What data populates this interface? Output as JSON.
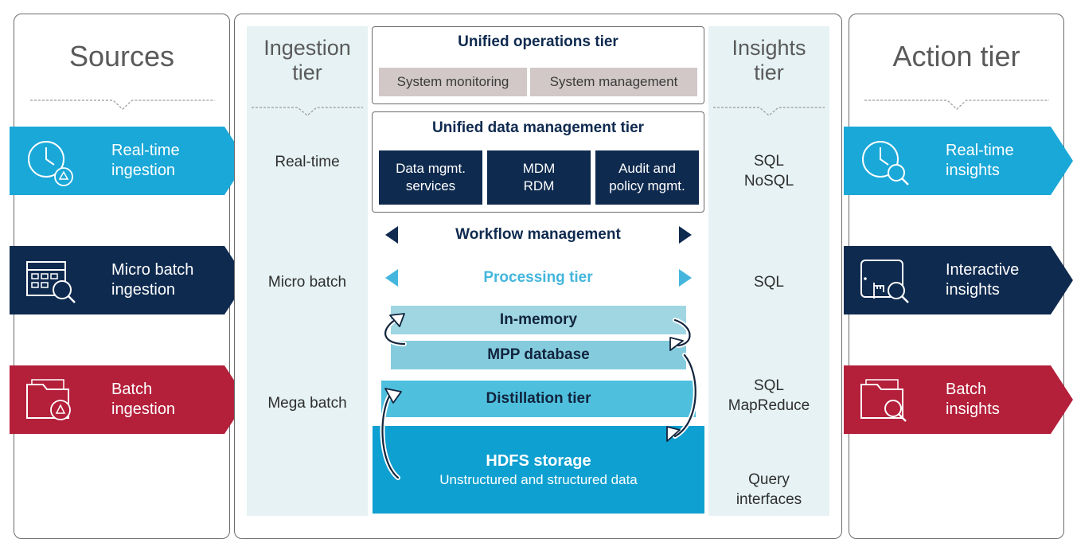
{
  "colors": {
    "cyan": "#1aa8d8",
    "navy": "#0f2a4f",
    "crimson": "#b41f3a",
    "light_panel": "#e6f2f3",
    "chip_grey": "#d2c8c8",
    "processing_text": "#44b6dd",
    "hdfs_blue": "#0ea0d1"
  },
  "left": {
    "title": "Sources",
    "tags": [
      {
        "label_line1": "Real-time",
        "label_line2": "ingestion",
        "icon": "clock-recycle-icon"
      },
      {
        "label_line1": "Micro batch",
        "label_line2": "ingestion",
        "icon": "calendar-search-icon"
      },
      {
        "label_line1": "Batch",
        "label_line2": "ingestion",
        "icon": "folder-recycle-icon"
      }
    ]
  },
  "ingestion": {
    "title_line1": "Ingestion",
    "title_line2": "tier",
    "rows": [
      "Real-time",
      "Micro batch",
      "Mega batch"
    ]
  },
  "center": {
    "operations": {
      "title": "Unified operations tier",
      "chips": [
        "System monitoring",
        "System management"
      ]
    },
    "data_mgmt": {
      "title": "Unified data management tier",
      "boxes": [
        {
          "line1": "Data mgmt.",
          "line2": "services"
        },
        {
          "line1": "MDM",
          "line2": "RDM"
        },
        {
          "line1": "Audit and",
          "line2": "policy mgmt."
        }
      ]
    },
    "workflow": "Workflow management",
    "processing": "Processing tier",
    "in_memory": "In-memory",
    "mpp": "MPP database",
    "distillation": "Distillation tier",
    "hdfs_title": "HDFS storage",
    "hdfs_sub": "Unstructured and structured data"
  },
  "insights": {
    "title_line1": "Insights",
    "title_line2": "tier",
    "items": [
      {
        "line1": "SQL",
        "line2": "NoSQL"
      },
      {
        "line1": "SQL",
        "line2": ""
      },
      {
        "line1": "SQL",
        "line2": "MapReduce"
      },
      {
        "line1": "Query",
        "line2": "interfaces"
      }
    ]
  },
  "right": {
    "title": "Action tier",
    "tags": [
      {
        "label_line1": "Real-time",
        "label_line2": "insights",
        "icon": "clock-search-icon"
      },
      {
        "label_line1": "Interactive",
        "label_line2": "insights",
        "icon": "touch-search-icon"
      },
      {
        "label_line1": "Batch",
        "label_line2": "insights",
        "icon": "folder-search-icon"
      }
    ]
  }
}
